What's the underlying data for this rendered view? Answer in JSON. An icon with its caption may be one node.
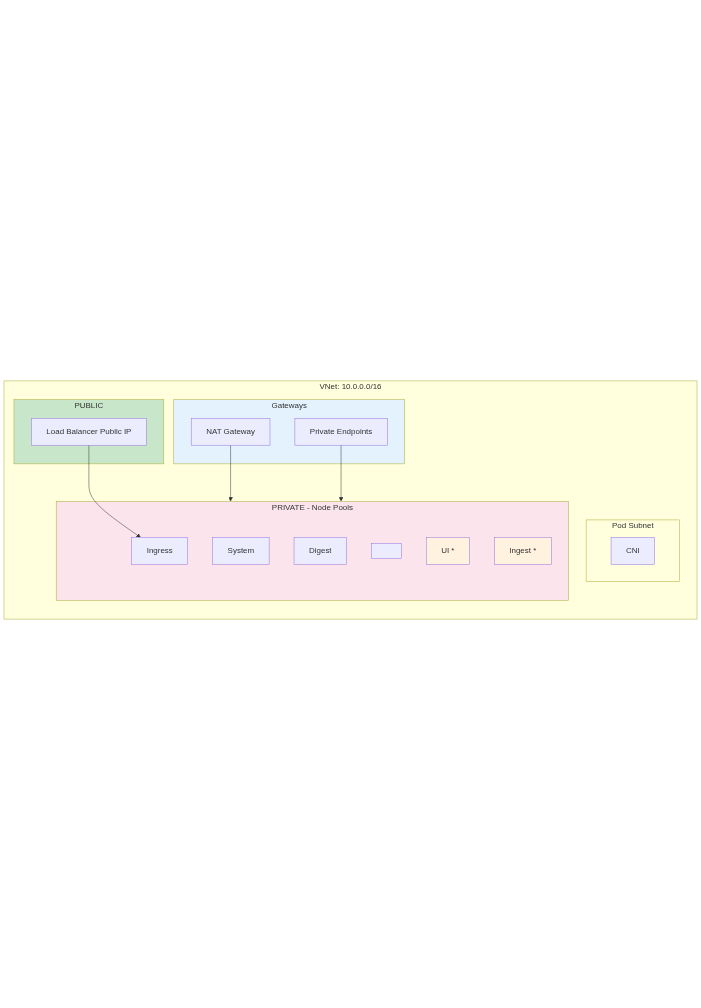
{
  "diagram": {
    "nodes": [
      {
        "text": [
          "VNet: 10.0.0.0/16"
        ]
      },
      {
        "text": [
          "Pod Subnet"
        ],
        "in": 0
      },
      {
        "text": [
          "CNI"
        ],
        "in": 1
      },
      {
        "text": [
          "PUBLIC"
        ],
        "in": 0
      },
      {
        "text": [
          "Load Balancer Public IP"
        ],
        "in": 3
      },
      {
        "text": [
          "Gateways"
        ],
        "in": 0
      },
      {
        "text": [
          "NAT Gateway"
        ],
        "in": 5
      },
      {
        "text": [
          "Private Endpoints"
        ],
        "in": 5
      },
      {
        "text": [
          "PRIVATE - Node Pools"
        ],
        "in": 0
      },
      {
        "text": [
          "Ingress"
        ],
        "in": 8
      },
      {
        "text": [
          "System"
        ],
        "in": 8
      },
      {
        "text": [
          "Digest"
        ],
        "in": 8
      },
      {
        "text": [],
        "shape": "box",
        "in": 8
      },
      {
        "text": [
          "UI *"
        ],
        "in": 8
      },
      {
        "text": [
          "Ingest *"
        ],
        "in": 8
      }
    ],
    "edges": [
      {
        "from": 4,
        "to": 9,
        "arrow": "to"
      },
      {
        "from": 6,
        "to": 8,
        "arrow": "to"
      },
      {
        "from": 7,
        "to": 8,
        "arrow": "to"
      }
    ]
  }
}
